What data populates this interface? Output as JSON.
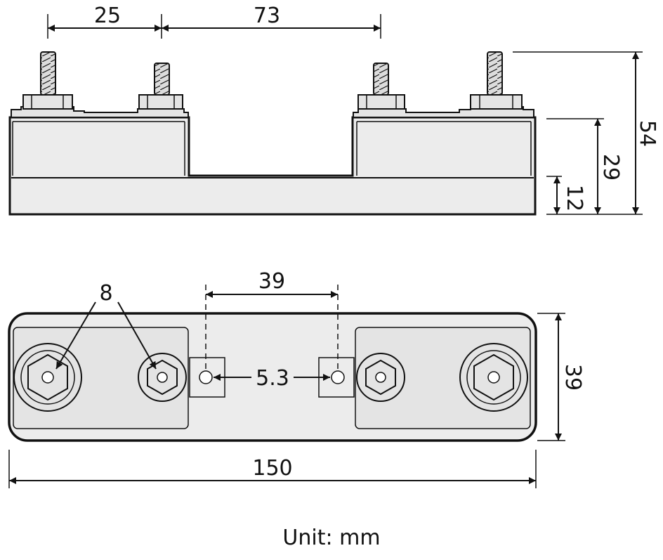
{
  "colors": {
    "ink": "#111111",
    "body": "#ececec",
    "stud": "#dcdcdc"
  },
  "side_view": {
    "dim_left_spacing": "25",
    "dim_center_spacing": "73",
    "dim_total_height": "54",
    "dim_body_height": "29",
    "dim_base_height": "12"
  },
  "top_view": {
    "dim_stud_size": "8",
    "dim_hole_spacing": "39",
    "dim_hole_diameter": "5.3",
    "dim_width": "39",
    "dim_length": "150"
  },
  "unit_label": "Unit: mm"
}
